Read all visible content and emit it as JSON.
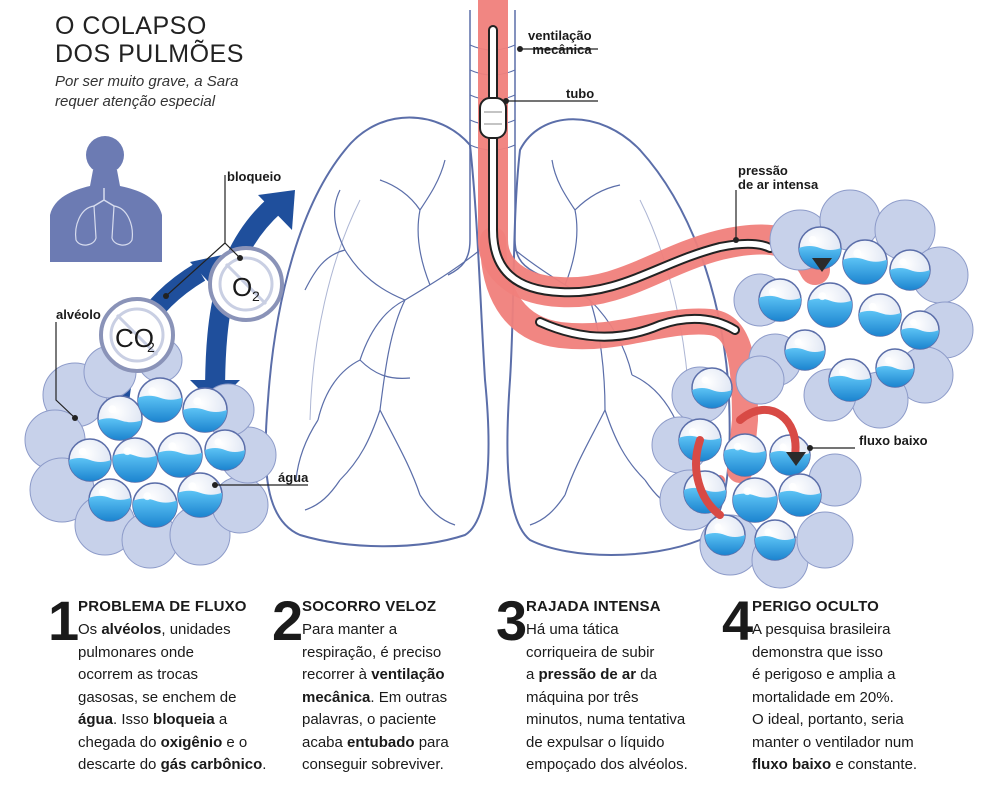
{
  "title": {
    "line1": "O COLAPSO",
    "line2": "DOS PULMÕES"
  },
  "subtitle": {
    "line1": "Por ser muito grave, a Sara",
    "line2": "requer atenção especial"
  },
  "labels": {
    "ventilacao": [
      "ventilação",
      "mecânica"
    ],
    "tubo": "tubo",
    "pressao": [
      "pressão",
      "de ar intensa"
    ],
    "bloqueio": "bloqueio",
    "alveolo": "alvéolo",
    "agua": "água",
    "fluxo_baixo": "fluxo baixo",
    "co2": "CO",
    "co2_sub": "2",
    "o2": "O",
    "o2_sub": "2"
  },
  "colors": {
    "lung_outline": "#5b6ea9",
    "airway_red": "#f07f7b",
    "arrow_blue": "#1f4f9c",
    "water": "#2f9fe0",
    "alveoli_fill": "#c7d1ea",
    "silhouette": "#6c7bb3",
    "label_line": "#222222"
  },
  "steps": [
    {
      "num": "1",
      "head": "PROBLEMA DE FLUXO",
      "lines": [
        [
          {
            "t": "Os "
          },
          {
            "t": "alvéolos",
            "b": true
          },
          {
            "t": ", unidades"
          }
        ],
        [
          {
            "t": "pulmonares onde"
          }
        ],
        [
          {
            "t": "ocorrem as trocas"
          }
        ],
        [
          {
            "t": "gasosas, se enchem de"
          }
        ],
        [
          {
            "t": "água",
            "b": true
          },
          {
            "t": ". Isso "
          },
          {
            "t": "bloqueia",
            "b": true
          },
          {
            "t": " a"
          }
        ],
        [
          {
            "t": "chegada do "
          },
          {
            "t": "oxigênio",
            "b": true
          },
          {
            "t": " e o"
          }
        ],
        [
          {
            "t": "descarte do "
          },
          {
            "t": "gás carbônico",
            "b": true
          },
          {
            "t": "."
          }
        ]
      ]
    },
    {
      "num": "2",
      "head": "SOCORRO VELOZ",
      "lines": [
        [
          {
            "t": "Para manter a"
          }
        ],
        [
          {
            "t": "respiração, é preciso"
          }
        ],
        [
          {
            "t": "recorrer à "
          },
          {
            "t": "ventilação",
            "b": true
          }
        ],
        [
          {
            "t": "mecânica",
            "b": true
          },
          {
            "t": ". Em outras"
          }
        ],
        [
          {
            "t": "palavras, o paciente"
          }
        ],
        [
          {
            "t": "acaba "
          },
          {
            "t": "entubado",
            "b": true
          },
          {
            "t": " para"
          }
        ],
        [
          {
            "t": "conseguir sobreviver."
          }
        ]
      ]
    },
    {
      "num": "3",
      "head": "RAJADA INTENSA",
      "lines": [
        [
          {
            "t": "Há uma tática"
          }
        ],
        [
          {
            "t": "corriqueira de subir"
          }
        ],
        [
          {
            "t": "a "
          },
          {
            "t": "pressão de ar",
            "b": true
          },
          {
            "t": " da"
          }
        ],
        [
          {
            "t": "máquina por três"
          }
        ],
        [
          {
            "t": "minutos, numa tentativa"
          }
        ],
        [
          {
            "t": "de expulsar o líquido"
          }
        ],
        [
          {
            "t": "empoçado dos alvéolos."
          }
        ]
      ]
    },
    {
      "num": "4",
      "head": "PERIGO OCULTO",
      "lines": [
        [
          {
            "t": "A pesquisa brasileira"
          }
        ],
        [
          {
            "t": "demonstra que isso"
          }
        ],
        [
          {
            "t": "é perigoso e amplia a"
          }
        ],
        [
          {
            "t": "mortalidade em 20%."
          }
        ],
        [
          {
            "t": "O ideal, portanto, seria"
          }
        ],
        [
          {
            "t": "manter o ventilador num"
          }
        ],
        [
          {
            "t": "fluxo baixo",
            "b": true
          },
          {
            "t": " e constante."
          }
        ]
      ]
    }
  ]
}
